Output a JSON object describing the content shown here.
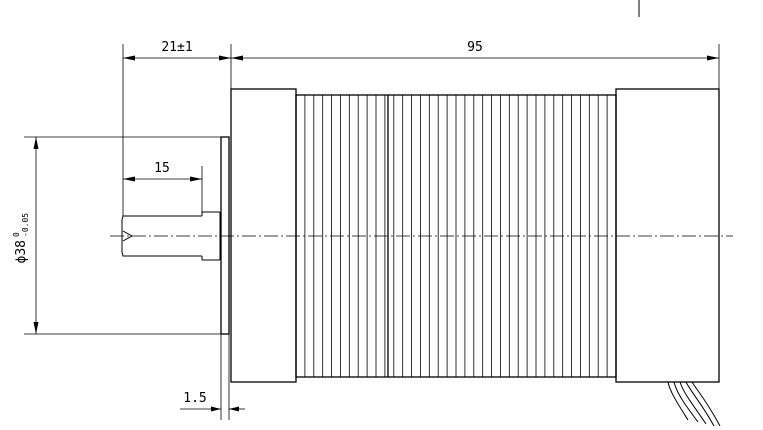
{
  "dimensions": {
    "shaft_extension": "21±1",
    "body_length": "95",
    "shaft_key_length": "15",
    "flange_thickness": "1.5",
    "pilot_diameter_main": "ϕ38",
    "pilot_diameter_tolerance_top": "0",
    "pilot_diameter_tolerance_bottom": "-0.05"
  }
}
